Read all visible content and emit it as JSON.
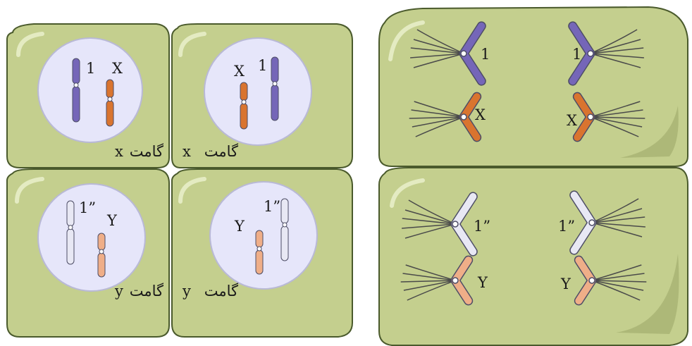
{
  "colors": {
    "cell_fill": "#c4cf8e",
    "cell_stroke": "#4a5a2c",
    "cell_shade": "#9aa566",
    "nucleus_fill": "#e6e6fa",
    "spindle": "#4a4a4a",
    "chrom_purple": "#7566b8",
    "chrom_orange": "#d9742f",
    "chrom_white": "#e8e8f4",
    "chrom_peach": "#efae88",
    "chrom_outline": "#4d4d66"
  },
  "gametes": [
    {
      "chroms": [
        {
          "label": "1",
          "color": "purple"
        },
        {
          "label": "X",
          "color": "orange"
        }
      ],
      "caption_word": "گامت",
      "caption_letter": "x"
    },
    {
      "chroms": [
        {
          "label": "X",
          "color": "orange"
        },
        {
          "label": "1",
          "color": "purple"
        }
      ],
      "caption_word": "گامت",
      "caption_letter": "x"
    },
    {
      "chroms": [
        {
          "label": "1”",
          "color": "white"
        },
        {
          "label": "Y",
          "color": "peach"
        }
      ],
      "caption_word": "گامت",
      "caption_letter": "y"
    },
    {
      "chroms": [
        {
          "label": "Y",
          "color": "peach"
        },
        {
          "label": "1”",
          "color": "white"
        }
      ],
      "caption_word": "گامت",
      "caption_letter": "y"
    }
  ],
  "dividing_cells": [
    {
      "pairs": [
        {
          "left_label": "1",
          "right_label": "1",
          "color": "purple"
        },
        {
          "left_label": "X",
          "right_label": "X",
          "color": "orange"
        }
      ]
    },
    {
      "pairs": [
        {
          "left_label": "1”",
          "right_label": "1”",
          "color": "white"
        },
        {
          "left_label": "Y",
          "right_label": "Y",
          "color": "peach"
        }
      ]
    }
  ]
}
